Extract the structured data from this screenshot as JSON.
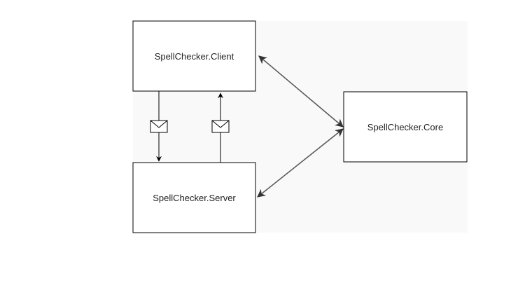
{
  "nodes": {
    "client": {
      "label": "SpellChecker.Client"
    },
    "server": {
      "label": "SpellChecker.Server"
    },
    "core": {
      "label": "SpellChecker.Core"
    }
  },
  "edges": [
    {
      "from": "client",
      "to": "server",
      "kind": "message",
      "direction": "one-way"
    },
    {
      "from": "server",
      "to": "client",
      "kind": "message",
      "direction": "one-way"
    },
    {
      "from": "client",
      "to": "core",
      "direction": "bidirectional"
    },
    {
      "from": "server",
      "to": "core",
      "direction": "bidirectional"
    }
  ],
  "colors": {
    "stroke": "#000000",
    "connector": "#555555",
    "background": "#ffffff",
    "panel": "#f9f9f9",
    "text": "#222222"
  },
  "icons": [
    "envelope-icon",
    "envelope-icon"
  ]
}
